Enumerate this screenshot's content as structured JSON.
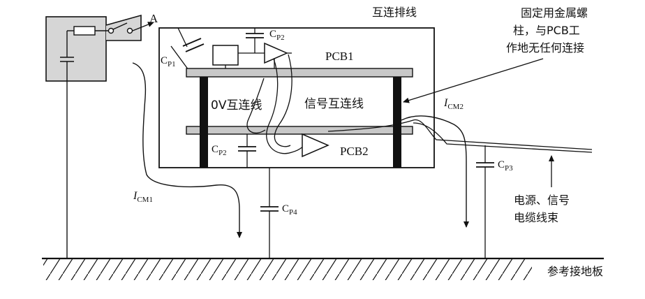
{
  "labels": {
    "interconnect_cable": "互连排线",
    "note_line1": "固定用金属螺",
    "note_line2": "柱，与PCB工",
    "note_line3": "作地无任何连接",
    "node_a": "A",
    "cp1_main": "C",
    "cp1_sub": "P1",
    "cp2_top_main": "C",
    "cp2_top_sub": "P2",
    "pcb1": "PCB1",
    "zero_v_interconnect": "0V互连线",
    "signal_interconnect": "信号互连线",
    "icm2_main": "I",
    "icm2_sub": "CM2",
    "cp2_bottom_main": "C",
    "cp2_bottom_sub": "P2",
    "pcb2": "PCB2",
    "cp3_main": "C",
    "cp3_sub": "P3",
    "icm1_main": "I",
    "icm1_sub": "CM1",
    "cp4_main": "C",
    "cp4_sub": "P4",
    "harness_line1": "电源、信号",
    "harness_line2": "电缆线束",
    "ground_plane": "参考接地板"
  }
}
